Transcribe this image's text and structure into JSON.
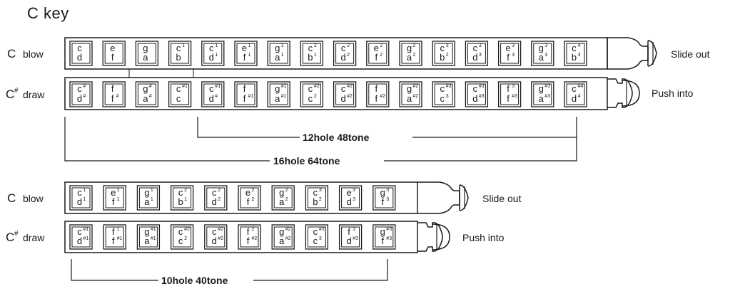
{
  "title": "C key",
  "harmonica16": {
    "blow_key": "C",
    "blow_label": "blow",
    "draw_key": "C",
    "draw_key_sup": "#",
    "draw_label": "draw",
    "slide_out_label": "Slide out",
    "push_into_label": "Push into",
    "blow_holes": [
      {
        "top": "c",
        "ts": "",
        "bottom": "d",
        "bs": ""
      },
      {
        "top": "e",
        "ts": "",
        "bottom": "f",
        "bs": ""
      },
      {
        "top": "g",
        "ts": "",
        "bottom": "a",
        "bs": ""
      },
      {
        "top": "c",
        "ts": "1",
        "bottom": "b",
        "bs": ""
      },
      {
        "top": "c",
        "ts": "1",
        "bottom": "d",
        "bs": "1"
      },
      {
        "top": "e",
        "ts": "1",
        "bottom": "f",
        "bs": "1"
      },
      {
        "top": "g",
        "ts": "1",
        "bottom": "a",
        "bs": "1"
      },
      {
        "top": "c",
        "ts": "2",
        "bottom": "b",
        "bs": "1"
      },
      {
        "top": "c",
        "ts": "2",
        "bottom": "d",
        "bs": "2"
      },
      {
        "top": "e",
        "ts": "2",
        "bottom": "f",
        "bs": "2"
      },
      {
        "top": "g",
        "ts": "2",
        "bottom": "a",
        "bs": "2"
      },
      {
        "top": "c",
        "ts": "3",
        "bottom": "b",
        "bs": "2"
      },
      {
        "top": "c",
        "ts": "3",
        "bottom": "d",
        "bs": "3"
      },
      {
        "top": "e",
        "ts": "3",
        "bottom": "f",
        "bs": "3"
      },
      {
        "top": "g",
        "ts": "3",
        "bottom": "a",
        "bs": "3"
      },
      {
        "top": "c",
        "ts": "4",
        "bottom": "b",
        "bs": "3"
      }
    ],
    "draw_holes": [
      {
        "top": "c",
        "ts": "#",
        "bottom": "d",
        "bs": "#"
      },
      {
        "top": "f",
        "ts": "",
        "bottom": "f",
        "bs": "#"
      },
      {
        "top": "g",
        "ts": "#",
        "bottom": "a",
        "bs": "#"
      },
      {
        "top": "c",
        "ts": "#1",
        "bottom": "c",
        "bs": ""
      },
      {
        "top": "c",
        "ts": "#1",
        "bottom": "d",
        "bs": "#"
      },
      {
        "top": "f",
        "ts": "",
        "bottom": "f",
        "bs": "#1"
      },
      {
        "top": "g",
        "ts": "#1",
        "bottom": "a",
        "bs": "#1"
      },
      {
        "top": "c",
        "ts": "#2",
        "bottom": "c",
        "bs": "2"
      },
      {
        "top": "c",
        "ts": "#2",
        "bottom": "d",
        "bs": "#2"
      },
      {
        "top": "f",
        "ts": "",
        "bottom": "f",
        "bs": "#2"
      },
      {
        "top": "g",
        "ts": "#2",
        "bottom": "a",
        "bs": "#2"
      },
      {
        "top": "c",
        "ts": "#3",
        "bottom": "c",
        "bs": "3"
      },
      {
        "top": "c",
        "ts": "#3",
        "bottom": "d",
        "bs": "#3"
      },
      {
        "top": "f",
        "ts": "3",
        "bottom": "f",
        "bs": "#3"
      },
      {
        "top": "g",
        "ts": "#3",
        "bottom": "a",
        "bs": "#3"
      },
      {
        "top": "c",
        "ts": "#4",
        "bottom": "d",
        "bs": "4"
      }
    ],
    "bracket_12_label": "12hole 48tone",
    "bracket_16_label": "16hole 64tone"
  },
  "harmonica10": {
    "blow_key": "C",
    "blow_label": "blow",
    "draw_key": "C",
    "draw_key_sup": "#",
    "draw_label": "draw",
    "slide_out_label": "Slide out",
    "push_into_label": "Push into",
    "blow_holes": [
      {
        "top": "c",
        "ts": "1",
        "bottom": "d",
        "bs": "1"
      },
      {
        "top": "e",
        "ts": "1",
        "bottom": "f",
        "bs": "1"
      },
      {
        "top": "g",
        "ts": "1",
        "bottom": "a",
        "bs": "1"
      },
      {
        "top": "c",
        "ts": "2",
        "bottom": "b",
        "bs": "1"
      },
      {
        "top": "c",
        "ts": "2",
        "bottom": "d",
        "bs": "2"
      },
      {
        "top": "e",
        "ts": "2",
        "bottom": "f",
        "bs": "2"
      },
      {
        "top": "g",
        "ts": "2",
        "bottom": "a",
        "bs": "2"
      },
      {
        "top": "c",
        "ts": "3",
        "bottom": "b",
        "bs": "2"
      },
      {
        "top": "e",
        "ts": "3",
        "bottom": "d",
        "bs": "3"
      },
      {
        "top": "g",
        "ts": "3",
        "bottom": "f",
        "bs": "3"
      }
    ],
    "draw_holes": [
      {
        "top": "c",
        "ts": "#1",
        "bottom": "d",
        "bs": "#1"
      },
      {
        "top": "f",
        "ts": "1",
        "bottom": "f",
        "bs": "#1"
      },
      {
        "top": "g",
        "ts": "#1",
        "bottom": "a",
        "bs": "#1"
      },
      {
        "top": "c",
        "ts": "#2",
        "bottom": "c",
        "bs": "2"
      },
      {
        "top": "c",
        "ts": "#2",
        "bottom": "d",
        "bs": "#2"
      },
      {
        "top": "f",
        "ts": "2",
        "bottom": "f",
        "bs": "#2"
      },
      {
        "top": "g",
        "ts": "#2",
        "bottom": "a",
        "bs": "#2"
      },
      {
        "top": "c",
        "ts": "#3",
        "bottom": "c",
        "bs": "3"
      },
      {
        "top": "f",
        "ts": "3",
        "bottom": "d",
        "bs": "#3"
      },
      {
        "top": "g",
        "ts": "#3",
        "bottom": "f",
        "bs": "#3"
      }
    ],
    "bracket_10_label": "10hole 40tone"
  }
}
